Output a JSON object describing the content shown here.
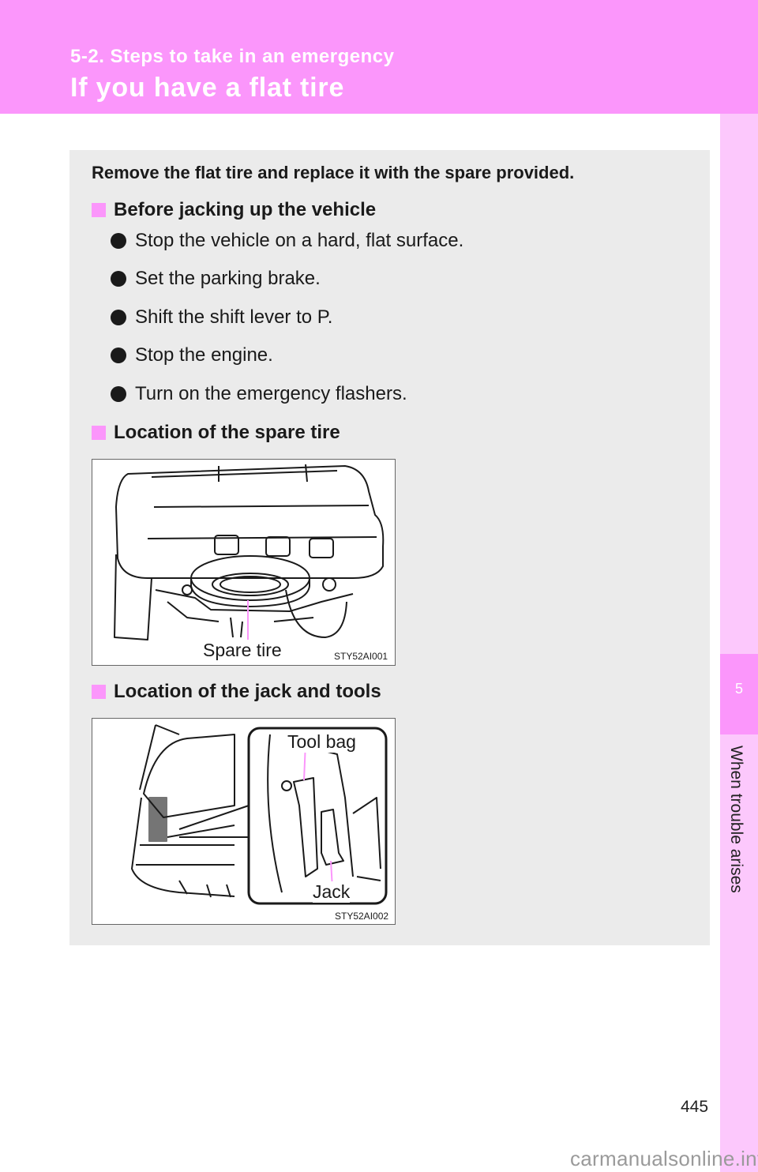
{
  "header": {
    "section": "5-2. Steps to take in an emergency",
    "title": "If you have a flat tire"
  },
  "sidebar": {
    "chapter_number": "5",
    "chapter_name": "When trouble arises"
  },
  "content": {
    "intro": "Remove the flat tire and replace it with the spare provided.",
    "before_heading": "Before jacking up the vehicle",
    "bullets": [
      "Stop the vehicle on a hard, flat surface.",
      "Set the parking brake.",
      "Shift the shift lever to P.",
      "Stop the engine.",
      "Turn on the emergency flashers."
    ],
    "spare_heading": "Location of the spare tire",
    "spare_figure": {
      "label": "Spare tire",
      "code": "STY52AI001"
    },
    "jack_heading": "Location of the jack and tools",
    "jack_figure": {
      "label_tool_bag": "Tool bag",
      "label_jack": "Jack",
      "code": "STY52AI002"
    }
  },
  "footer": {
    "page_number": "445",
    "watermark": "carmanualsonline.info"
  },
  "colors": {
    "accent": "#fb96fb",
    "accent_light": "#fcc8fc",
    "panel": "#ebebeb"
  }
}
